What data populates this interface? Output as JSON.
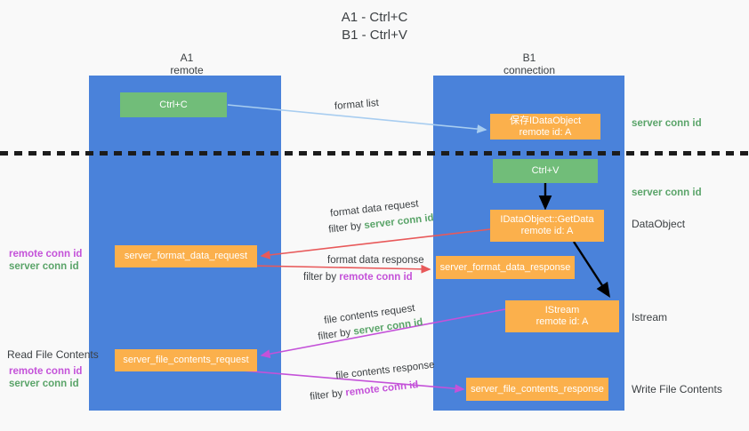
{
  "title": {
    "line1": "A1 - Ctrl+C",
    "line2": "B1 - Ctrl+V"
  },
  "columns": [
    {
      "name": "A1",
      "sub": "remote"
    },
    {
      "name": "B1",
      "sub": "connection"
    }
  ],
  "boxes": {
    "ctrl_c": "Ctrl+C",
    "ctrl_v": "Ctrl+V",
    "save_dataobject_l1": "保存IDataObject",
    "save_dataobject_l2": "remote id: A",
    "getdata_l1": "IDataObject::GetData",
    "getdata_l2": "remote id: A",
    "istream_l1": "IStream",
    "istream_l2": "remote id: A",
    "server_format_data_request": "server_format_data_request",
    "server_format_data_response": "server_format_data_response",
    "server_file_contents_request": "server_file_contents_request",
    "server_file_contents_response": "server_file_contents_response"
  },
  "edge_labels": {
    "format_list": "format list",
    "format_data_request": "format data request",
    "format_data_response": "format data response",
    "file_contents_request": "file contents request",
    "file_contents_response": "file contents response",
    "filter_by": "filter by",
    "server_conn_id": "server conn id",
    "remote_conn_id": "remote conn id"
  },
  "side_labels": {
    "server_conn_id_top": "server conn id",
    "server_conn_id_mid": "server conn id",
    "dataobject": "DataObject",
    "istream": "Istream",
    "write_file_contents": "Write File Contents",
    "read_file_contents": "Read File Contents",
    "remote_conn_id": "remote conn id",
    "server_conn_id": "server conn id"
  },
  "colors": {
    "panel": "#4a82da",
    "green_box": "#71bd79",
    "orange_box": "#fbb04c",
    "green_text": "#5aa469",
    "magenta_text": "#c452d9",
    "arrow_blue": "#a8cdf0",
    "arrow_red": "#e8595a",
    "arrow_magenta": "#c452d9",
    "arrow_black": "#000000",
    "background": "#f9f9f9"
  }
}
